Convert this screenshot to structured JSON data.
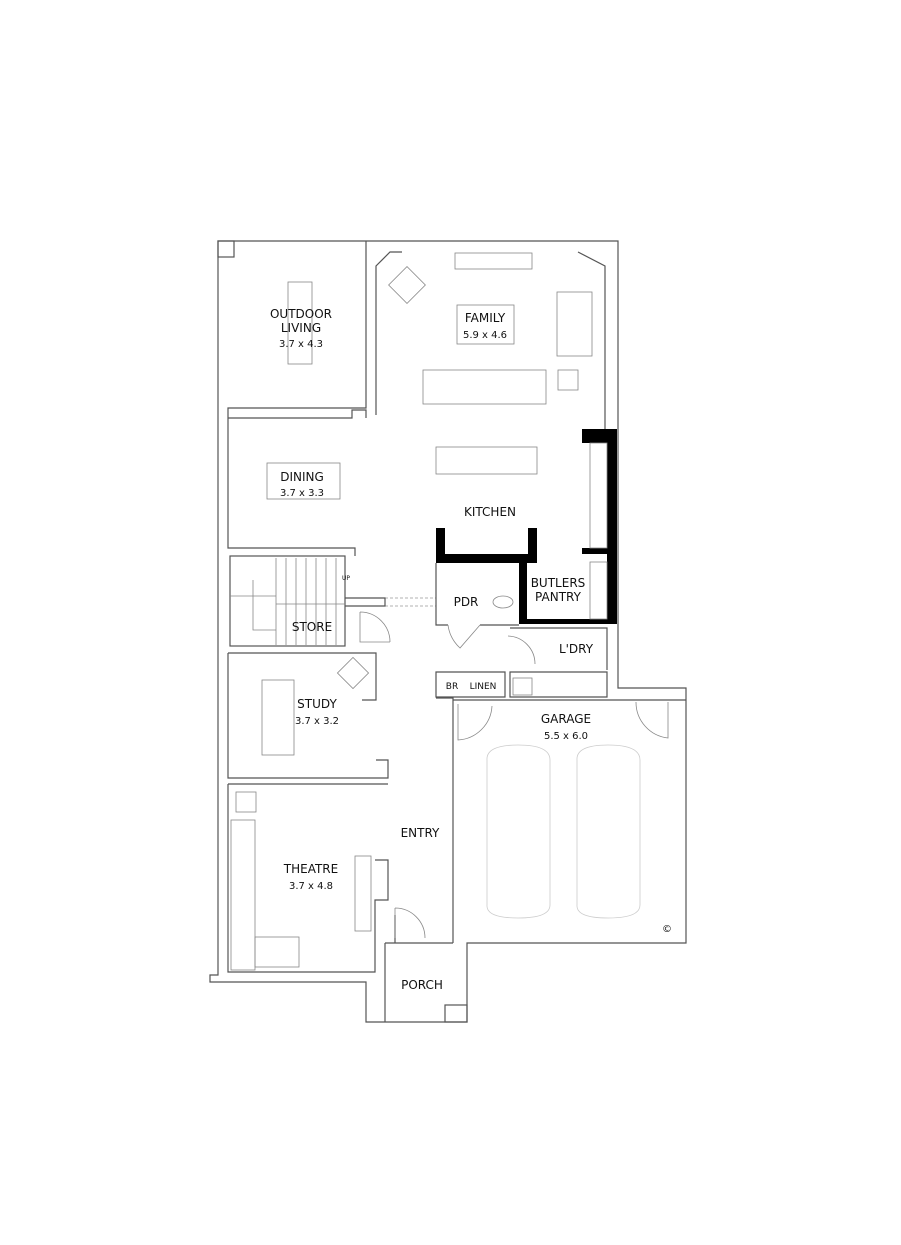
{
  "rooms": {
    "outdoor_living": {
      "name_line1": "OUTDOOR",
      "name_line2": "LIVING",
      "size": "3.7 x 4.3"
    },
    "family": {
      "name": "FAMILY",
      "size": "5.9 x 4.6"
    },
    "dining": {
      "name": "DINING",
      "size": "3.7 x 3.3"
    },
    "kitchen": {
      "name": "KITCHEN"
    },
    "pdr": {
      "name": "PDR"
    },
    "butlers_pantry": {
      "name_line1": "BUTLERS",
      "name_line2": "PANTRY"
    },
    "store": {
      "name": "STORE"
    },
    "laundry": {
      "name": "L'DRY"
    },
    "br": {
      "name": "BR"
    },
    "linen": {
      "name": "LINEN"
    },
    "study": {
      "name": "STUDY",
      "size": "3.7 x 3.2"
    },
    "garage": {
      "name": "GARAGE",
      "size": "5.5 x 6.0"
    },
    "entry": {
      "name": "ENTRY"
    },
    "theatre": {
      "name": "THEATRE",
      "size": "3.7 x 4.8"
    },
    "porch": {
      "name": "PORCH"
    }
  },
  "stairs": {
    "label": "UP"
  },
  "copyright": "©",
  "colors": {
    "walls": "#555555",
    "structural_walls": "#000000",
    "furniture": "#888888",
    "cars": "#cccccc"
  }
}
